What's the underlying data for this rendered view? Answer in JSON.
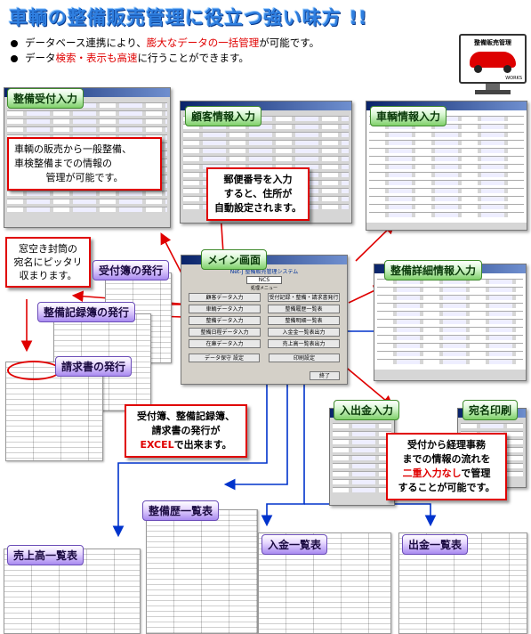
{
  "title": "車輌の整備販売管理に役立つ強い味方 !!",
  "bullets": [
    {
      "pre": "データベース連携により、",
      "hl": "膨大なデータの一括管理",
      "post": "が可能です。"
    },
    {
      "pre": "データ",
      "hl": "検索・表示も高速",
      "post": "に行うことができます。"
    }
  ],
  "logo": {
    "label": "整備販売管理",
    "sub": "WORKS"
  },
  "windows": {
    "seibi_uketsuke": "整備受付入力",
    "kokyaku": "顧客情報入力",
    "sharyo": "車輌情報入力",
    "main": "メイン画面",
    "seibi_shosai": "整備詳細情報入力",
    "nyushukkin": "入出金入力",
    "atena": "宛名印刷"
  },
  "main_window": {
    "header": "Net-J 整備販売管理システム",
    "ncs": "NCS",
    "menu": "処理メニュー",
    "buttons_left": [
      "顧客データ入力",
      "車輌データ入力",
      "整備データ入力",
      "整備日程データ入力",
      "在庫データ入力"
    ],
    "buttons_right": [
      "受付記録・整備・請求書発行",
      "整備履歴一覧表",
      "整備明細一覧表",
      "入金金一覧表出力",
      "売上高一覧表出力"
    ],
    "bottom": [
      "データ保守 設定",
      "印刷設定",
      "終了"
    ]
  },
  "docs": {
    "uketsuke": "受付簿の発行",
    "kiroku": "整備記録簿の発行",
    "seikyu": "請求書の発行"
  },
  "lists": {
    "uriage": "売上高一覧表",
    "rireki": "整備歴一覧表",
    "nyukin": "入金一覧表",
    "shukkin": "出金一覧表"
  },
  "callouts": {
    "seibi": [
      "車輌の販売から一般整備、",
      "車検整備までの情報の",
      "管理が可能です。"
    ],
    "zip": [
      "郵便番号を入力",
      "すると、住所が",
      "自動設定されます。"
    ],
    "envelope": [
      "窓空き封筒の",
      "宛名にピッタリ",
      "収まります。"
    ],
    "excel": {
      "l1": "受付簿、整備記録簿、",
      "l2": "請求書の発行が",
      "hl": "EXCEL",
      "post": "で出来ます。"
    },
    "flow": {
      "l1": "受付から経理事務",
      "l2": "までの情報の流れを",
      "hl": "二重入力なし",
      "post": "で管理",
      "l4": "することが可能です。"
    }
  },
  "colors": {
    "title": "#2f7fe0",
    "accent_red": "#e00000",
    "arrow_blue": "#0033cc",
    "arrow_red": "#e00000"
  }
}
